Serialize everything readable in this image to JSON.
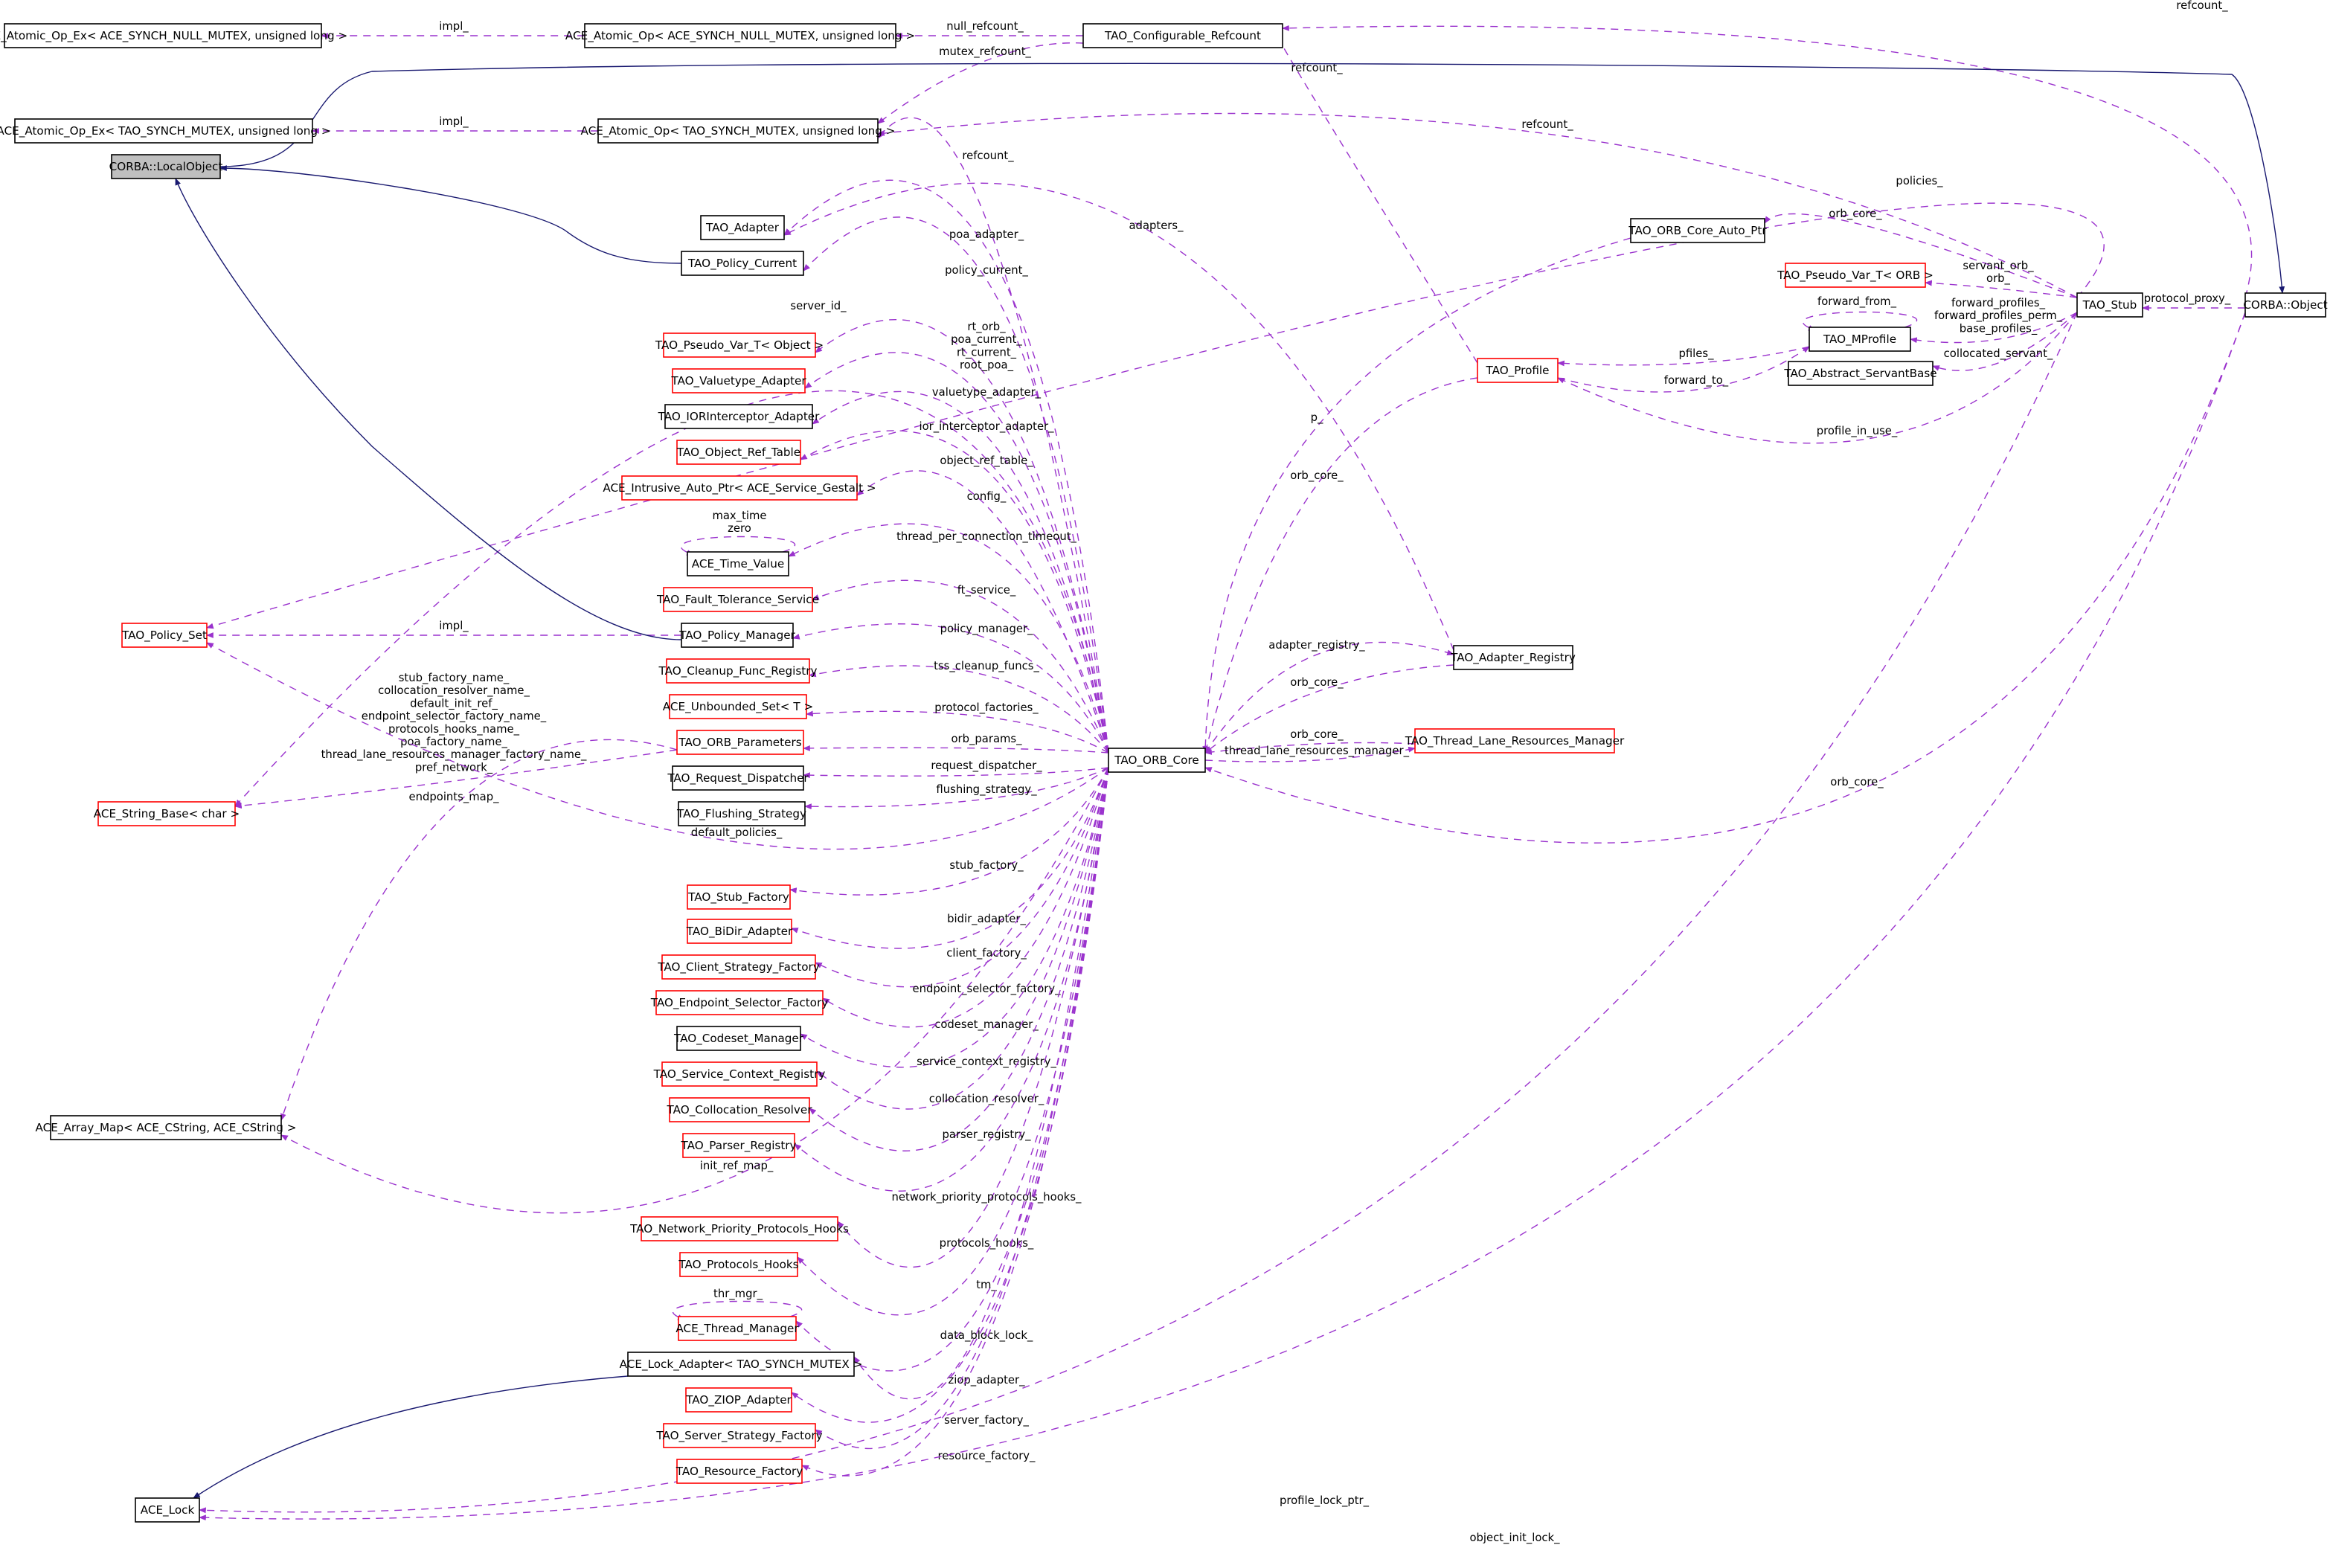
{
  "colors": {
    "member_edge": "#9a32cd",
    "inherit_edge": "#191970",
    "undocumented_border": "#ff0000",
    "highlight_fill": "#bfbfbf"
  },
  "nodes": [
    {
      "id": "aoex_null",
      "label": "ACE_Atomic_Op_Ex< ACE_SYNCH_NULL_MUTEX, unsigned long >",
      "style": "black"
    },
    {
      "id": "ao_null",
      "label": "ACE_Atomic_Op< ACE_SYNCH_NULL_MUTEX, unsigned long >",
      "style": "black"
    },
    {
      "id": "cfg_ref",
      "label": "TAO_Configurable_Refcount",
      "style": "black"
    },
    {
      "id": "aoex_tao",
      "label": "ACE_Atomic_Op_Ex< TAO_SYNCH_MUTEX, unsigned long >",
      "style": "black"
    },
    {
      "id": "ao_tao",
      "label": "ACE_Atomic_Op< TAO_SYNCH_MUTEX, unsigned long >",
      "style": "black"
    },
    {
      "id": "localobj",
      "label": "CORBA::LocalObject",
      "style": "gray"
    },
    {
      "id": "adapter",
      "label": "TAO_Adapter",
      "style": "black"
    },
    {
      "id": "pol_cur",
      "label": "TAO_Policy_Current",
      "style": "black"
    },
    {
      "id": "autoptr",
      "label": "TAO_ORB_Core_Auto_Ptr",
      "style": "black"
    },
    {
      "id": "stub",
      "label": "TAO_Stub",
      "style": "black"
    },
    {
      "id": "object",
      "label": "CORBA::Object",
      "style": "black"
    },
    {
      "id": "pv_orb",
      "label": "TAO_Pseudo_Var_T< ORB >",
      "style": "red"
    },
    {
      "id": "mprofile",
      "label": "TAO_MProfile",
      "style": "black"
    },
    {
      "id": "servbase",
      "label": "TAO_Abstract_ServantBase",
      "style": "black"
    },
    {
      "id": "profile",
      "label": "TAO_Profile",
      "style": "red"
    },
    {
      "id": "pv_obj",
      "label": "TAO_Pseudo_Var_T< Object >",
      "style": "red"
    },
    {
      "id": "valuetype",
      "label": "TAO_Valuetype_Adapter",
      "style": "red"
    },
    {
      "id": "iorint",
      "label": "TAO_IORInterceptor_Adapter",
      "style": "black"
    },
    {
      "id": "objref",
      "label": "TAO_Object_Ref_Table",
      "style": "red"
    },
    {
      "id": "intrusive",
      "label": "ACE_Intrusive_Auto_Ptr< ACE_Service_Gestalt >",
      "style": "red"
    },
    {
      "id": "timeval",
      "label": "ACE_Time_Value",
      "style": "black"
    },
    {
      "id": "ft",
      "label": "TAO_Fault_Tolerance_Service",
      "style": "red"
    },
    {
      "id": "polset",
      "label": "TAO_Policy_Set",
      "style": "red"
    },
    {
      "id": "polmgr",
      "label": "TAO_Policy_Manager",
      "style": "black"
    },
    {
      "id": "cleanup",
      "label": "TAO_Cleanup_Func_Registry",
      "style": "red"
    },
    {
      "id": "adreg",
      "label": "TAO_Adapter_Registry",
      "style": "black"
    },
    {
      "id": "unbset",
      "label": "ACE_Unbounded_Set< T >",
      "style": "red"
    },
    {
      "id": "orbparams",
      "label": "TAO_ORB_Parameters",
      "style": "red"
    },
    {
      "id": "tlrm",
      "label": "TAO_Thread_Lane_Resources_Manager",
      "style": "red"
    },
    {
      "id": "orbcore",
      "label": "TAO_ORB_Core",
      "style": "black"
    },
    {
      "id": "reqdisp",
      "label": "TAO_Request_Dispatcher",
      "style": "black"
    },
    {
      "id": "strbase",
      "label": "ACE_String_Base< char >",
      "style": "red"
    },
    {
      "id": "flush",
      "label": "TAO_Flushing_Strategy",
      "style": "black"
    },
    {
      "id": "stubfac",
      "label": "TAO_Stub_Factory",
      "style": "red"
    },
    {
      "id": "bidir",
      "label": "TAO_BiDir_Adapter",
      "style": "red"
    },
    {
      "id": "clientfac",
      "label": "TAO_Client_Strategy_Factory",
      "style": "red"
    },
    {
      "id": "epsel",
      "label": "TAO_Endpoint_Selector_Factory",
      "style": "red"
    },
    {
      "id": "codeset",
      "label": "TAO_Codeset_Manager",
      "style": "black"
    },
    {
      "id": "svcctx",
      "label": "TAO_Service_Context_Registry",
      "style": "red"
    },
    {
      "id": "colloc",
      "label": "TAO_Collocation_Resolver",
      "style": "red"
    },
    {
      "id": "arraymap",
      "label": "ACE_Array_Map< ACE_CString, ACE_CString >",
      "style": "black"
    },
    {
      "id": "parser",
      "label": "TAO_Parser_Registry",
      "style": "red"
    },
    {
      "id": "netprio",
      "label": "TAO_Network_Priority_Protocols_Hooks",
      "style": "red"
    },
    {
      "id": "prothooks",
      "label": "TAO_Protocols_Hooks",
      "style": "red"
    },
    {
      "id": "thrmgr",
      "label": "ACE_Thread_Manager",
      "style": "red"
    },
    {
      "id": "lockadapt",
      "label": "ACE_Lock_Adapter< TAO_SYNCH_MUTEX >",
      "style": "black"
    },
    {
      "id": "ziop",
      "label": "TAO_ZIOP_Adapter",
      "style": "red"
    },
    {
      "id": "serverfac",
      "label": "TAO_Server_Strategy_Factory",
      "style": "red"
    },
    {
      "id": "resfac",
      "label": "TAO_Resource_Factory",
      "style": "red"
    },
    {
      "id": "acelock",
      "label": "ACE_Lock",
      "style": "black"
    }
  ],
  "edges": [
    {
      "from": "ao_null",
      "to": "aoex_null",
      "label": [
        "impl_"
      ]
    },
    {
      "from": "cfg_ref",
      "to": "ao_null",
      "label": [
        "null_refcount_"
      ]
    },
    {
      "from": "cfg_ref",
      "to": "ao_tao",
      "label": [
        "mutex_refcount_"
      ]
    },
    {
      "from": "ao_tao",
      "to": "aoex_tao",
      "label": [
        "impl_"
      ]
    },
    {
      "from": "object",
      "to": "cfg_ref",
      "label": [
        "refcount_"
      ]
    },
    {
      "from": "profile",
      "to": "cfg_ref",
      "label": [
        "refcount_"
      ]
    },
    {
      "from": "stub",
      "to": "ao_tao",
      "label": [
        "refcount_"
      ]
    },
    {
      "from": "orbcore",
      "to": "ao_tao",
      "label": [
        "refcount_"
      ]
    },
    {
      "from": "stub",
      "to": "polset",
      "label": [
        "policies_"
      ]
    },
    {
      "from": "adreg",
      "to": "adapter",
      "label": [
        "adapters_"
      ]
    },
    {
      "from": "orbcore",
      "to": "adapter",
      "label": [
        "poa_adapter_"
      ]
    },
    {
      "from": "orbcore",
      "to": "pol_cur",
      "label": [
        "policy_current_"
      ]
    },
    {
      "from": "orbcore",
      "to": "strbase",
      "label": [
        "server_id_"
      ]
    },
    {
      "from": "orbcore",
      "to": "pv_obj",
      "label": [
        "rt_orb_",
        "poa_current_",
        "rt_current_",
        "root_poa_"
      ]
    },
    {
      "from": "orbcore",
      "to": "valuetype",
      "label": [
        "valuetype_adapter_"
      ]
    },
    {
      "from": "orbcore",
      "to": "iorint",
      "label": [
        "ior_interceptor_adapter_"
      ]
    },
    {
      "from": "orbcore",
      "to": "objref",
      "label": [
        "object_ref_table_"
      ]
    },
    {
      "from": "orbcore",
      "to": "intrusive",
      "label": [
        "config_"
      ]
    },
    {
      "from": "orbcore",
      "to": "timeval",
      "label": [
        "thread_per_connection_timeout_"
      ]
    },
    {
      "from": "timeval",
      "to": "timeval",
      "label": [
        "max_time",
        "zero"
      ]
    },
    {
      "from": "orbcore",
      "to": "ft",
      "label": [
        "ft_service_"
      ]
    },
    {
      "from": "orbcore",
      "to": "polmgr",
      "label": [
        "policy_manager_"
      ]
    },
    {
      "from": "polmgr",
      "to": "polset",
      "label": [
        "impl_"
      ]
    },
    {
      "from": "orbcore",
      "to": "cleanup",
      "label": [
        "tss_cleanup_funcs_"
      ]
    },
    {
      "from": "orbcore",
      "to": "unbset",
      "label": [
        "protocol_factories_"
      ]
    },
    {
      "from": "orbcore",
      "to": "orbparams",
      "label": [
        "orb_params_"
      ]
    },
    {
      "from": "orbparams",
      "to": "strbase",
      "label": [
        "stub_factory_name_",
        "collocation_resolver_name_",
        "default_init_ref_",
        "endpoint_selector_factory_name_",
        "protocols_hooks_name_",
        "poa_factory_name_",
        "thread_lane_resources_manager_factory_name_",
        "pref_network_"
      ]
    },
    {
      "from": "orbparams",
      "to": "arraymap",
      "label": [
        "endpoints_map_"
      ]
    },
    {
      "from": "orbcore",
      "to": "reqdisp",
      "label": [
        "request_dispatcher_"
      ]
    },
    {
      "from": "orbcore",
      "to": "flush",
      "label": [
        "flushing_strategy_"
      ]
    },
    {
      "from": "orbcore",
      "to": "polset",
      "label": [
        "default_policies_"
      ]
    },
    {
      "from": "orbcore",
      "to": "stubfac",
      "label": [
        "stub_factory_"
      ]
    },
    {
      "from": "orbcore",
      "to": "bidir",
      "label": [
        "bidir_adapter_"
      ]
    },
    {
      "from": "orbcore",
      "to": "clientfac",
      "label": [
        "client_factory_"
      ]
    },
    {
      "from": "orbcore",
      "to": "epsel",
      "label": [
        "endpoint_selector_factory_"
      ]
    },
    {
      "from": "orbcore",
      "to": "codeset",
      "label": [
        "codeset_manager_"
      ]
    },
    {
      "from": "orbcore",
      "to": "svcctx",
      "label": [
        "service_context_registry_"
      ]
    },
    {
      "from": "orbcore",
      "to": "colloc",
      "label": [
        "collocation_resolver_"
      ]
    },
    {
      "from": "orbcore",
      "to": "parser",
      "label": [
        "parser_registry_"
      ]
    },
    {
      "from": "orbcore",
      "to": "arraymap",
      "label": [
        "init_ref_map_"
      ]
    },
    {
      "from": "orbcore",
      "to": "netprio",
      "label": [
        "network_priority_protocols_hooks_"
      ]
    },
    {
      "from": "orbcore",
      "to": "prothooks",
      "label": [
        "protocols_hooks_"
      ]
    },
    {
      "from": "orbcore",
      "to": "thrmgr",
      "label": [
        "tm_"
      ]
    },
    {
      "from": "thrmgr",
      "to": "thrmgr",
      "label": [
        "thr_mgr_"
      ]
    },
    {
      "from": "orbcore",
      "to": "lockadapt",
      "label": [
        "data_block_lock_"
      ]
    },
    {
      "from": "orbcore",
      "to": "ziop",
      "label": [
        "ziop_adapter_"
      ]
    },
    {
      "from": "orbcore",
      "to": "serverfac",
      "label": [
        "server_factory_"
      ]
    },
    {
      "from": "orbcore",
      "to": "resfac",
      "label": [
        "resource_factory_"
      ]
    },
    {
      "from": "stub",
      "to": "acelock",
      "label": [
        "profile_lock_ptr_"
      ]
    },
    {
      "from": "object",
      "to": "acelock",
      "label": [
        "object_init_lock_"
      ]
    },
    {
      "from": "stub",
      "to": "autoptr",
      "label": [
        "orb_core_"
      ]
    },
    {
      "from": "autoptr",
      "to": "orbcore",
      "label": [
        "p_"
      ]
    },
    {
      "from": "profile",
      "to": "orbcore",
      "label": [
        "orb_core_"
      ]
    },
    {
      "from": "stub",
      "to": "pv_orb",
      "label": [
        "servant_orb_",
        "orb_"
      ]
    },
    {
      "from": "stub",
      "to": "mprofile",
      "label": [
        "forward_profiles_",
        "forward_profiles_perm_",
        "base_profiles_"
      ]
    },
    {
      "from": "stub",
      "to": "servbase",
      "label": [
        "collocated_servant_"
      ]
    },
    {
      "from": "stub",
      "to": "profile",
      "label": [
        "profile_in_use_"
      ]
    },
    {
      "from": "mprofile",
      "to": "mprofile",
      "label": [
        "forward_from_"
      ]
    },
    {
      "from": "mprofile",
      "to": "profile",
      "label": [
        "pfiles_"
      ]
    },
    {
      "from": "profile",
      "to": "mprofile",
      "label": [
        "forward_to_"
      ]
    },
    {
      "from": "object",
      "to": "stub",
      "label": [
        "protocol_proxy_"
      ]
    },
    {
      "from": "orbcore",
      "to": "adreg",
      "label": [
        "adapter_registry_"
      ]
    },
    {
      "from": "adreg",
      "to": "orbcore",
      "label": [
        "orb_core_"
      ]
    },
    {
      "from": "tlrm",
      "to": "orbcore",
      "label": [
        "orb_core_"
      ]
    },
    {
      "from": "orbcore",
      "to": "tlrm",
      "label": [
        "thread_lane_resources_manager_"
      ]
    },
    {
      "from": "object",
      "to": "orbcore",
      "label": [
        "orb_core_"
      ]
    }
  ],
  "inheritance": [
    {
      "from": "localobj",
      "to": "object"
    },
    {
      "from": "pol_cur",
      "to": "localobj"
    },
    {
      "from": "polmgr",
      "to": "localobj"
    },
    {
      "from": "lockadapt",
      "to": "acelock"
    }
  ]
}
